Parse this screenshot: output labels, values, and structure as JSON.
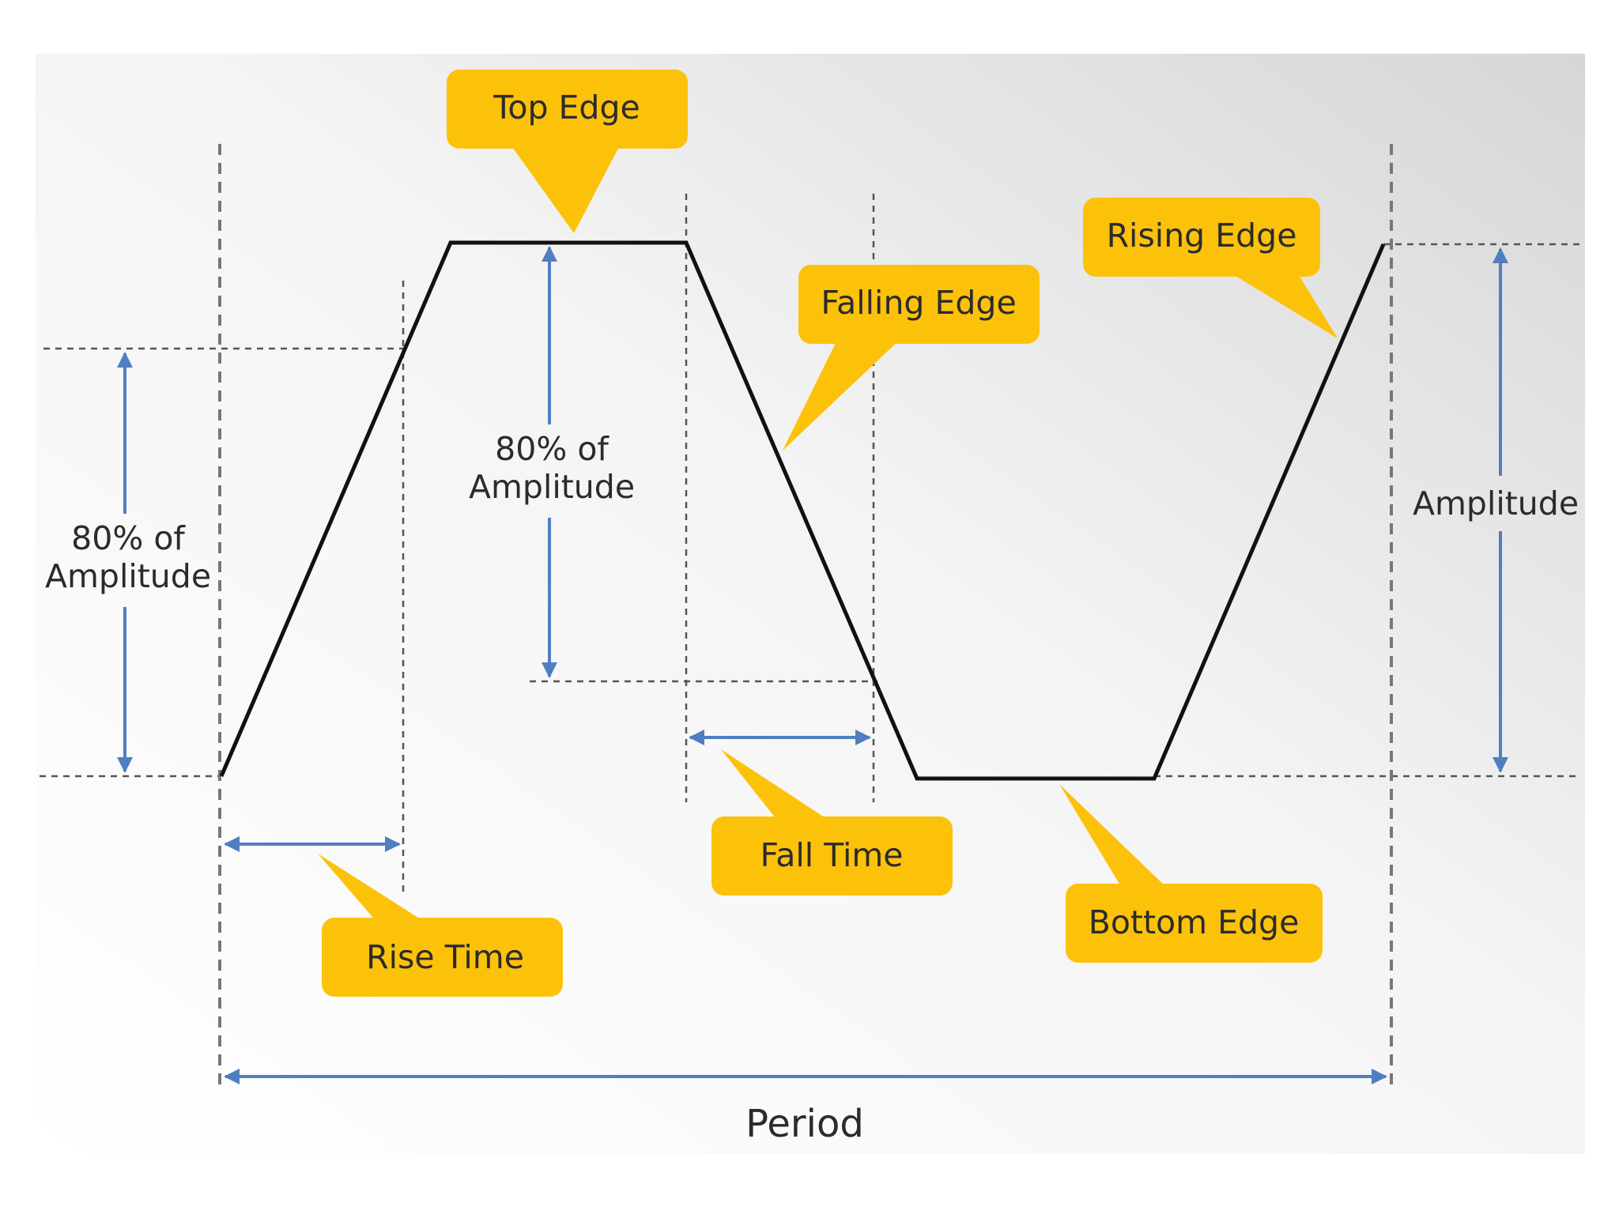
{
  "callouts": {
    "top_edge": "Top Edge",
    "rising_edge": "Rising Edge",
    "falling_edge": "Falling Edge",
    "fall_time": "Fall Time",
    "rise_time": "Rise Time",
    "bottom_edge": "Bottom Edge"
  },
  "dimensions": {
    "left_amp_line1": "80% of",
    "left_amp_line2": "Amplitude",
    "mid_amp_line1": "80% of",
    "mid_amp_line2": "Amplitude",
    "amplitude": "Amplitude",
    "period": "Period"
  },
  "colors": {
    "callout_fill": "#FCC20A",
    "arrow": "#4F7FC0",
    "waveform": "#111111",
    "guide": "#555555"
  }
}
